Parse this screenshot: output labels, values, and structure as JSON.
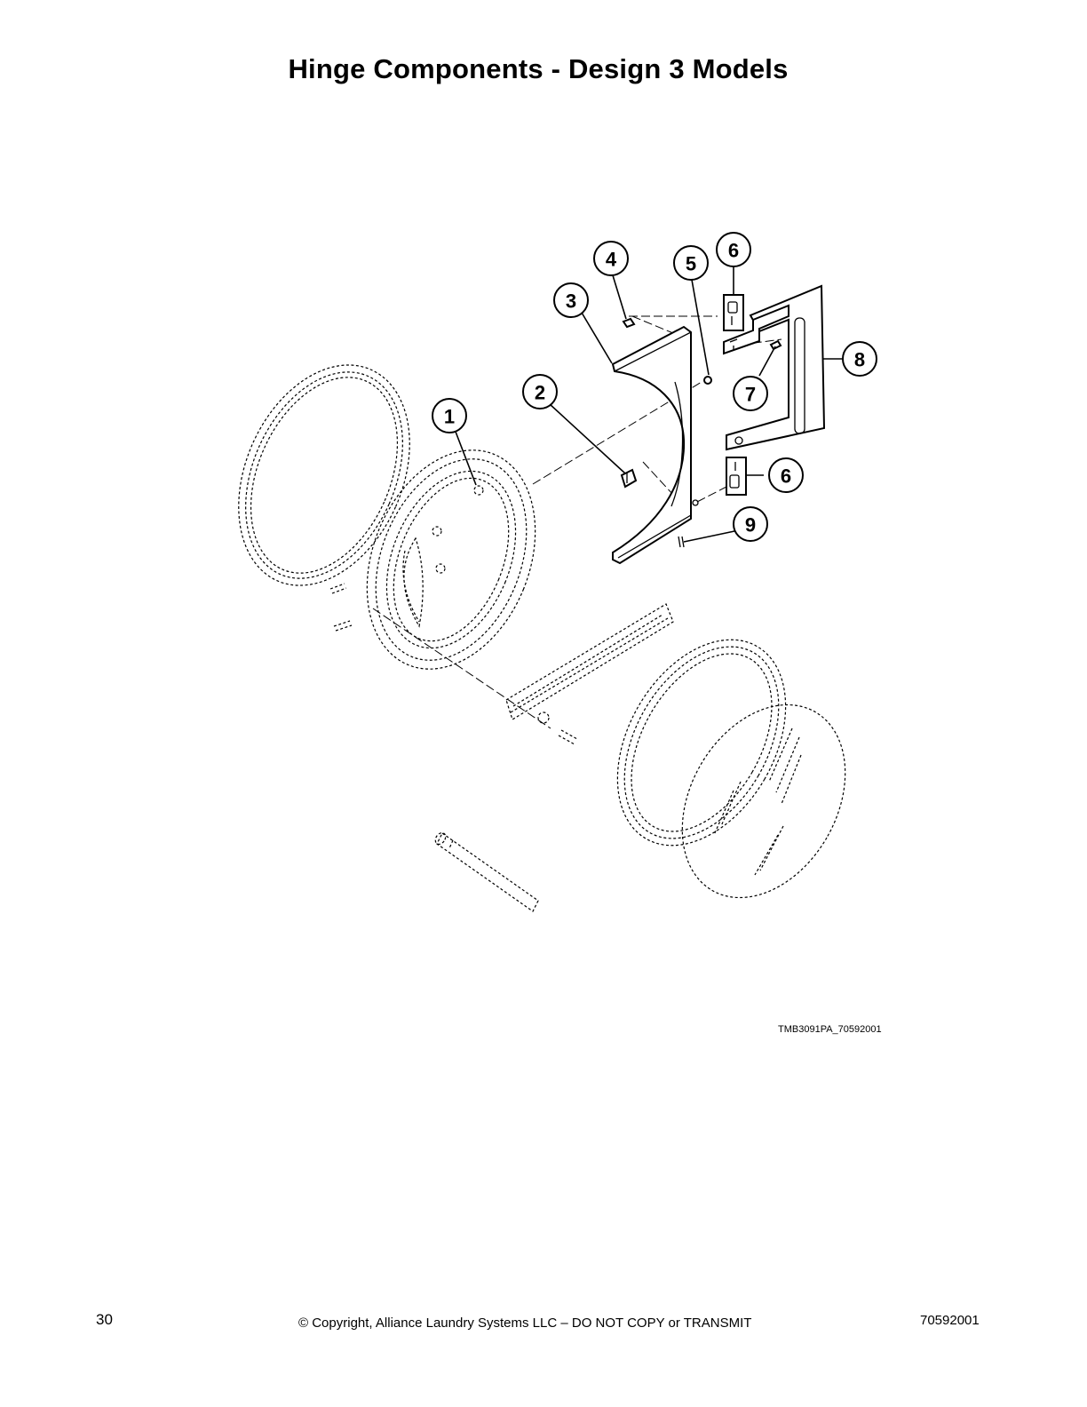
{
  "title": "Hinge Components - Design 3 Models",
  "callouts": [
    {
      "id": "1",
      "label": "1"
    },
    {
      "id": "2",
      "label": "2"
    },
    {
      "id": "3",
      "label": "3"
    },
    {
      "id": "4",
      "label": "4"
    },
    {
      "id": "5",
      "label": "5"
    },
    {
      "id": "6a",
      "label": "6"
    },
    {
      "id": "6b",
      "label": "6"
    },
    {
      "id": "7",
      "label": "7"
    },
    {
      "id": "8",
      "label": "8"
    },
    {
      "id": "9",
      "label": "9"
    }
  ],
  "figure_id": "TMB3091PA_70592001",
  "footer": {
    "page_number": "30",
    "copyright": "© Copyright, Alliance Laundry Systems LLC – DO NOT COPY or TRANSMIT",
    "doc_number": "70592001"
  }
}
